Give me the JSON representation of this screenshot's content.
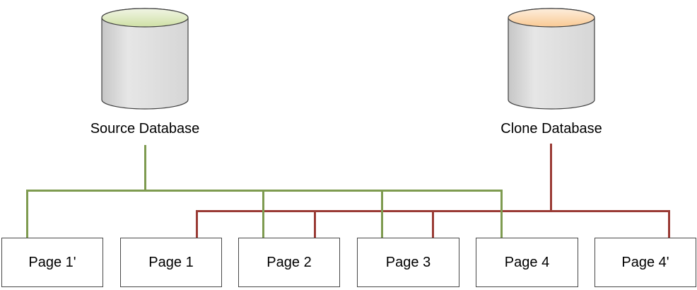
{
  "diagram": {
    "source_db": {
      "label": "Source Database"
    },
    "clone_db": {
      "label": "Clone Database"
    },
    "pages": [
      {
        "label": "Page 1'"
      },
      {
        "label": "Page 1"
      },
      {
        "label": "Page 2"
      },
      {
        "label": "Page 3"
      },
      {
        "label": "Page 4"
      },
      {
        "label": "Page 4'"
      }
    ],
    "connections": {
      "source_database": [
        "Page 1'",
        "Page 2",
        "Page 3",
        "Page 4"
      ],
      "clone_database": [
        "Page 1",
        "Page 2",
        "Page 3",
        "Page 4'"
      ]
    }
  },
  "colors": {
    "source_line": "#7e9b50",
    "clone_line": "#9a3b35",
    "box_border": "#484848",
    "source_top_light": "#f1f5e5",
    "source_top_dark": "#cfe0a5",
    "clone_top_light": "#fdeedd",
    "clone_top_dark": "#f9c993",
    "body_light": "#e6e6e6",
    "body_dark": "#c6c6c6"
  }
}
